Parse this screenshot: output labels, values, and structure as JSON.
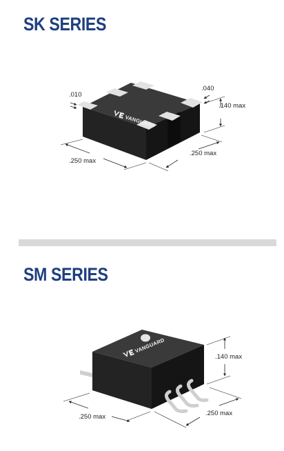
{
  "colors": {
    "heading": "#1f3f80",
    "divider": "#d9d9d9",
    "chip_top": "#3a3a3a",
    "chip_side_left": "#232323",
    "chip_side_right": "#151515",
    "pad": "#e2e2e2",
    "lead": "#cfcfcf",
    "logo_text": "#f2f2f2"
  },
  "sk": {
    "title": "SK SERIES",
    "brand": "VANGUARD",
    "logo_icon": "vanguard-v-icon",
    "dims": {
      "pad_width": ".010",
      "pad_gap": ".040",
      "height": ".140 max",
      "length": ".250 max",
      "width": ".250 max"
    }
  },
  "sm": {
    "title": "SM SERIES",
    "brand": "VANGUARD",
    "logo_icon": "vanguard-v-icon",
    "dims": {
      "height": ".140 max",
      "length": ".250 max",
      "width": ".250 max"
    }
  }
}
